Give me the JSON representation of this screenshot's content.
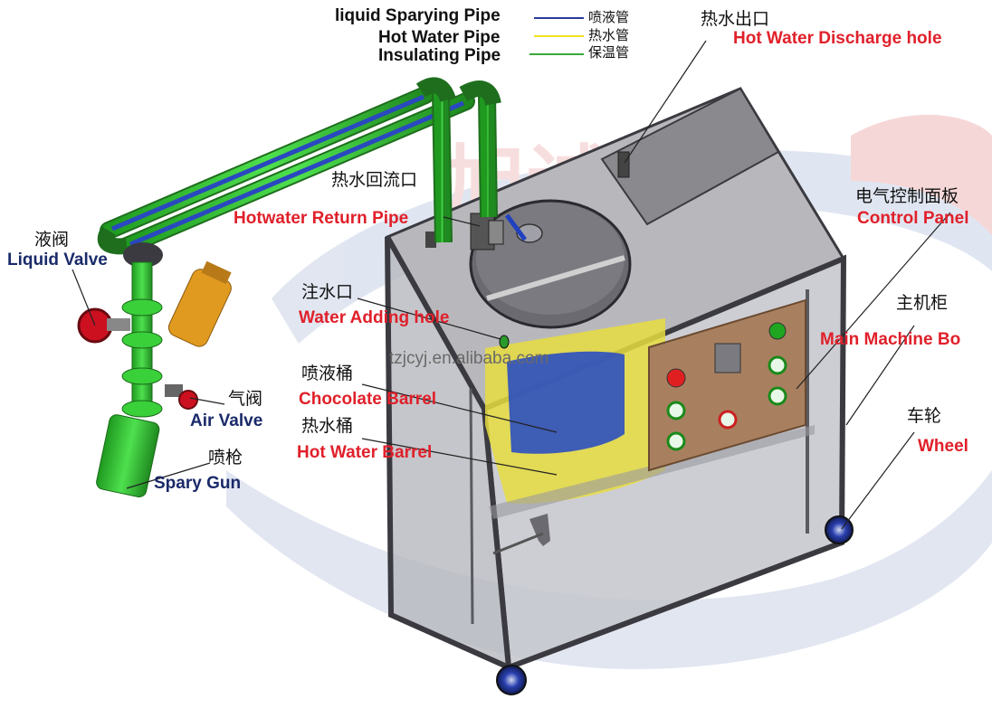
{
  "legend": {
    "items": [
      {
        "en": "liquid Sparying Pipe",
        "cn": "喷液管",
        "color": "#2a3a9a"
      },
      {
        "en": "Hot Water Pipe",
        "cn": "热水管",
        "color": "#f0e020"
      },
      {
        "en": "Insulating Pipe",
        "cn": "保温管",
        "color": "#3aa83a"
      }
    ]
  },
  "labels": {
    "discharge": {
      "cn": "热水出口",
      "en": "Hot Water Discharge hole"
    },
    "return_pipe": {
      "cn": "热水回流口",
      "en": "Hotwater Return Pipe"
    },
    "control_panel": {
      "cn": "电气控制面板",
      "en": "Control Panel"
    },
    "liquid_valve": {
      "cn": "液阀",
      "en": "Liquid Valve"
    },
    "water_adding": {
      "cn": "注水口",
      "en": "Water Adding hole"
    },
    "main_machine": {
      "cn": "主机柜",
      "en": "Main Machine Bo"
    },
    "choc_barrel": {
      "cn": "喷液桶",
      "en": "Chocolate Barrel"
    },
    "air_valve": {
      "cn": "气阀",
      "en": "Air Valve"
    },
    "hot_water_barrel": {
      "cn": "热水桶",
      "en": "Hot Water Barrel"
    },
    "wheel": {
      "cn": "车轮",
      "en": "Wheel"
    },
    "spray_gun": {
      "cn": "喷枪",
      "en": "Spary Gun"
    }
  },
  "watermark": {
    "text": "tzjcyj.en.alibaba.com",
    "logo_text": "旭诚药机"
  },
  "colors": {
    "label_red": "#e0202a",
    "label_navy": "#1a2a6a",
    "cabinet_frame": "#4a4a50",
    "gun_green": "#33cc33",
    "valve_red": "#cc1020",
    "panel_brown": "#a07850"
  }
}
